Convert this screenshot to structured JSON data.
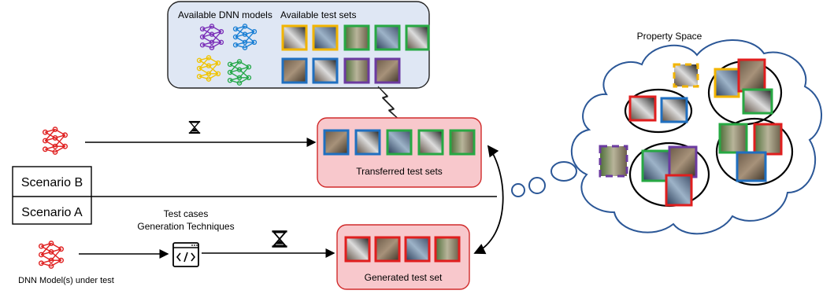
{
  "panel": {
    "models_label": "Available DNN models",
    "testsets_label": "Available test sets"
  },
  "scenario_b": {
    "label": "Scenario B"
  },
  "scenario_a": {
    "label": "Scenario A"
  },
  "transferred": {
    "label": "Transferred test sets"
  },
  "generated": {
    "label": "Generated test set"
  },
  "generation": {
    "line1": "Test cases",
    "line2": "Generation Techniques"
  },
  "dnn_under_test": {
    "label": "DNN Model(s) under test"
  },
  "property_space": {
    "label": "Property Space"
  },
  "colors": {
    "panel_fill": "#dfe7f4",
    "box_fill": "#f8c8cc",
    "box_stroke": "#d02b2b",
    "red": "#e01e1e",
    "blue": "#1f6fc0",
    "green": "#27a843",
    "purple": "#6b3aa0",
    "yellow": "#f2b400",
    "network_purple": "#7a2fb8",
    "network_blue": "#1a7fd4",
    "network_yellow": "#f0c400",
    "network_green": "#26a84a",
    "network_red": "#e02222",
    "cloud_stroke": "#2b5797"
  },
  "icons": [
    "neural-network-icon",
    "hourglass-icon",
    "code-window-icon",
    "test-image-icon"
  ]
}
